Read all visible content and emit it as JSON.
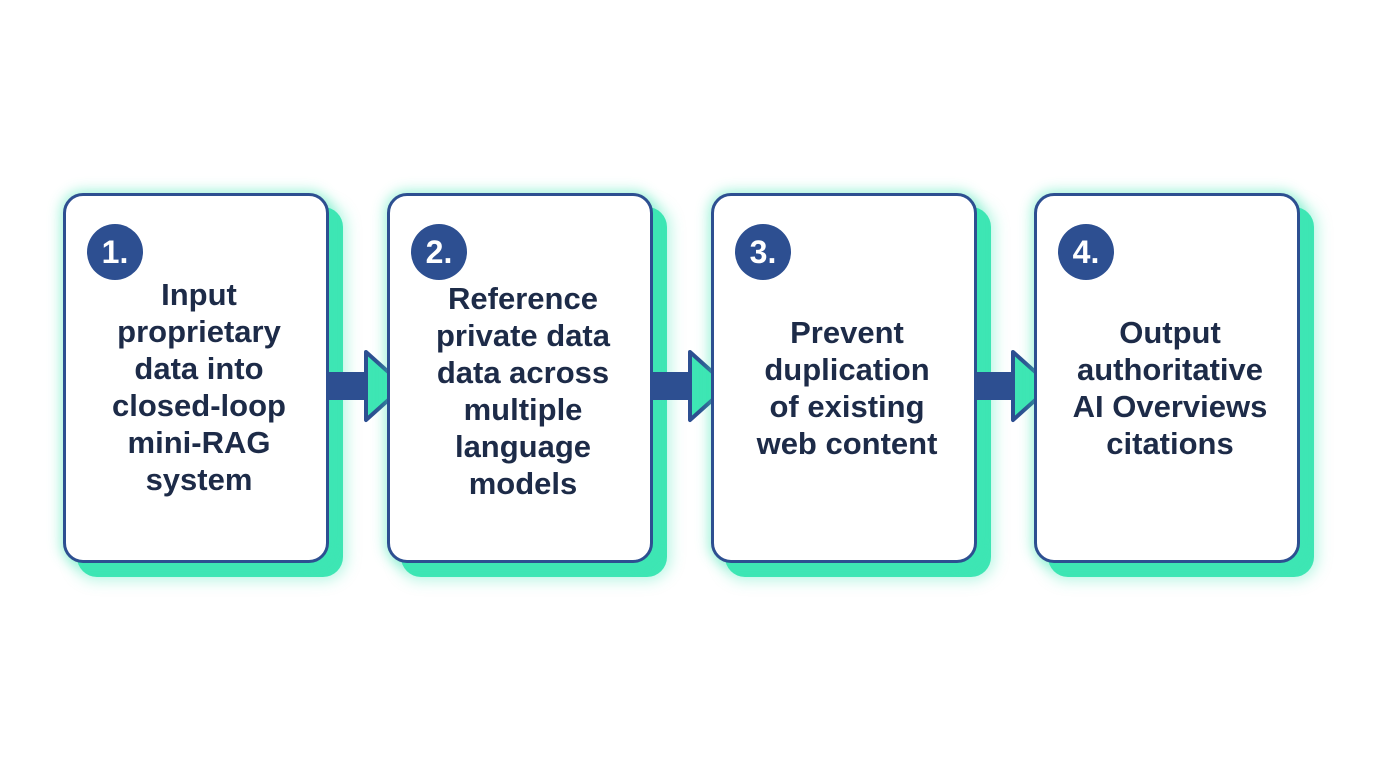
{
  "colors": {
    "card_border": "#2d4f91",
    "badge": "#2d4f91",
    "accent": "#3ee6b4",
    "text": "#1d2b48",
    "arrow_bar": "#2d4f91",
    "arrow_head": "#3ee6b4"
  },
  "steps": [
    {
      "number": "1.",
      "lines": [
        "Input",
        "proprietary",
        "data into",
        "closed-loop",
        "mini-RAG",
        "system"
      ]
    },
    {
      "number": "2.",
      "lines": [
        "Reference",
        "private data",
        "data across",
        "multiple",
        "language",
        "models"
      ]
    },
    {
      "number": "3.",
      "lines": [
        "Prevent",
        "duplication",
        "of existing",
        "web content"
      ]
    },
    {
      "number": "4.",
      "lines": [
        "Output",
        "authoritative",
        "AI Overviews",
        "citations"
      ]
    }
  ],
  "arrows": [
    {
      "icon": "arrow-right-icon"
    },
    {
      "icon": "arrow-right-icon"
    },
    {
      "icon": "arrow-right-icon"
    }
  ]
}
